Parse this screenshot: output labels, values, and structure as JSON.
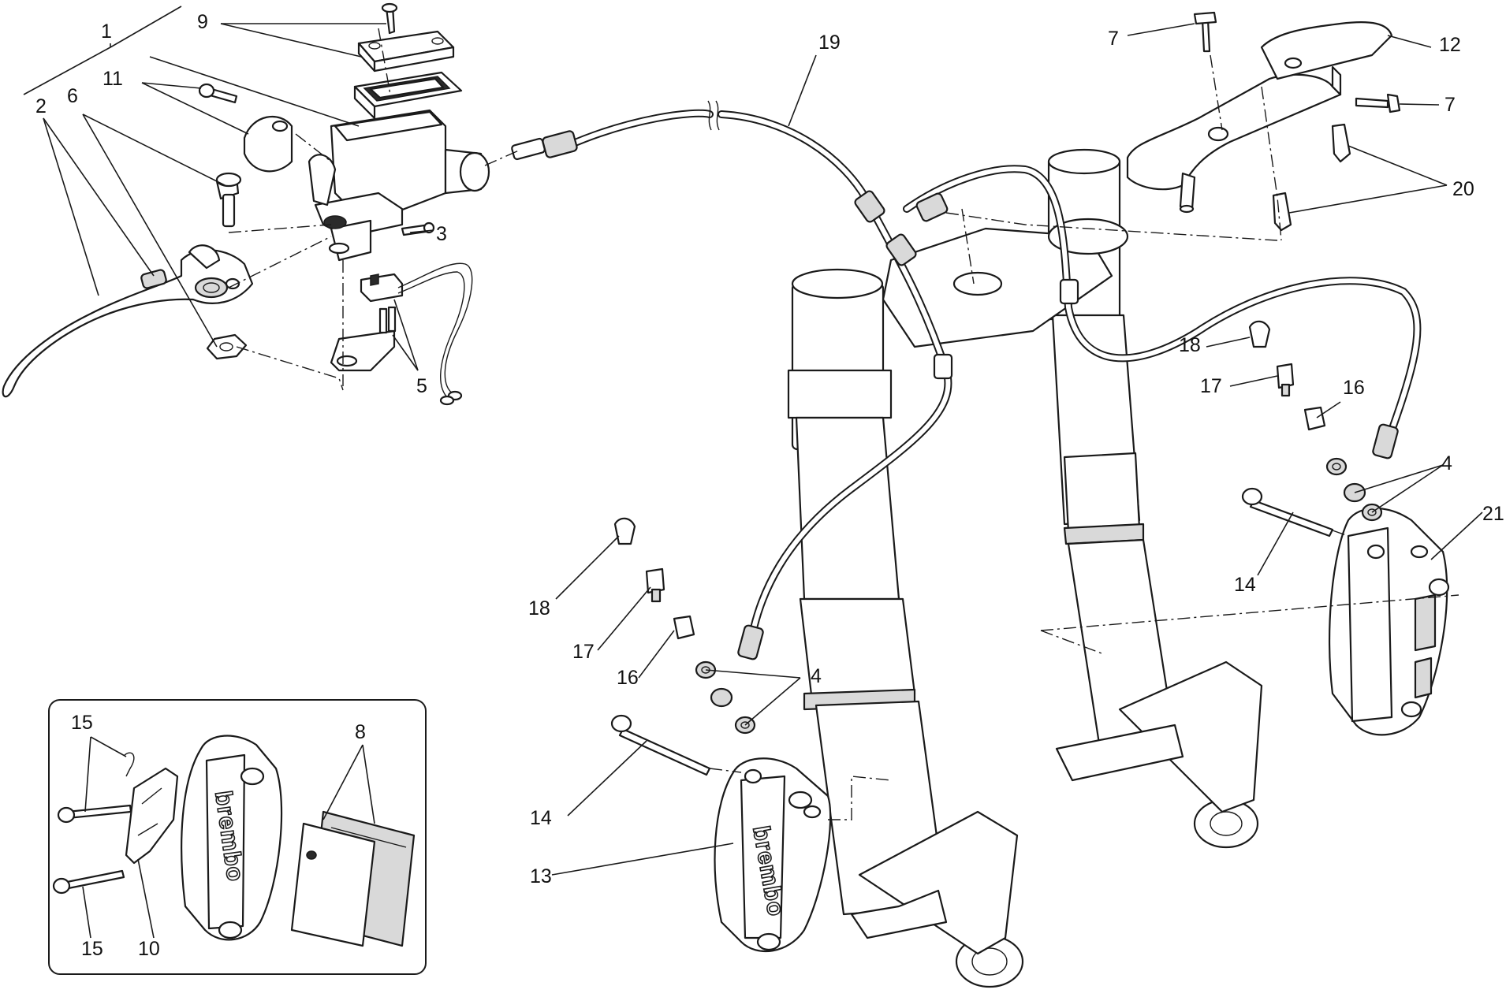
{
  "callouts": {
    "c1": "1",
    "c2": "2",
    "c3": "3",
    "c4_left": "4",
    "c4_right": "4",
    "c5": "5",
    "c6": "6",
    "c7_top": "7",
    "c7_right": "7",
    "c8": "8",
    "c9": "9",
    "c10": "10",
    "c11": "11",
    "c12": "12",
    "c13": "13",
    "c14_left": "14",
    "c14_right": "14",
    "c15_top": "15",
    "c15_bottom": "15",
    "c16_left": "16",
    "c16_right": "16",
    "c17_left": "17",
    "c17_right": "17",
    "c18_left": "18",
    "c18_right": "18",
    "c19": "19",
    "c20": "20",
    "c21": "21"
  },
  "caliper_brand_left": "brembo",
  "caliper_brand_inset": "brembo",
  "colors": {
    "line": "#1a1a1a",
    "background": "#ffffff",
    "shade": "#d9d9d9"
  }
}
